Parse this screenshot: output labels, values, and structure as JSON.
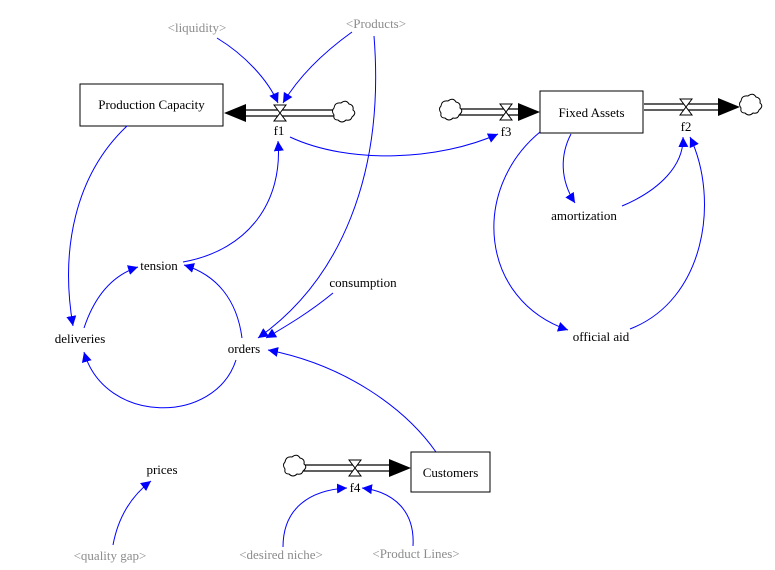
{
  "diagram": {
    "stocks": {
      "production_capacity": "Production Capacity",
      "fixed_assets": "Fixed Assets",
      "customers": "Customers"
    },
    "flows": {
      "f1": "f1",
      "f2": "f2",
      "f3": "f3",
      "f4": "f4"
    },
    "variables": {
      "tension": "tension",
      "deliveries": "deliveries",
      "orders": "orders",
      "consumption": "consumption",
      "amortization": "amortization",
      "official_aid": "official aid",
      "prices": "prices"
    },
    "shadow_variables": {
      "liquidity": "<liquidity>",
      "products": "<Products>",
      "quality_gap": "<quality gap>",
      "desired_niche": "<desired niche>",
      "product_lines": "<Product Lines>"
    },
    "colors": {
      "link": "#0000ff",
      "shadow_text": "#8c8c8c",
      "pipe": "#000000"
    }
  }
}
